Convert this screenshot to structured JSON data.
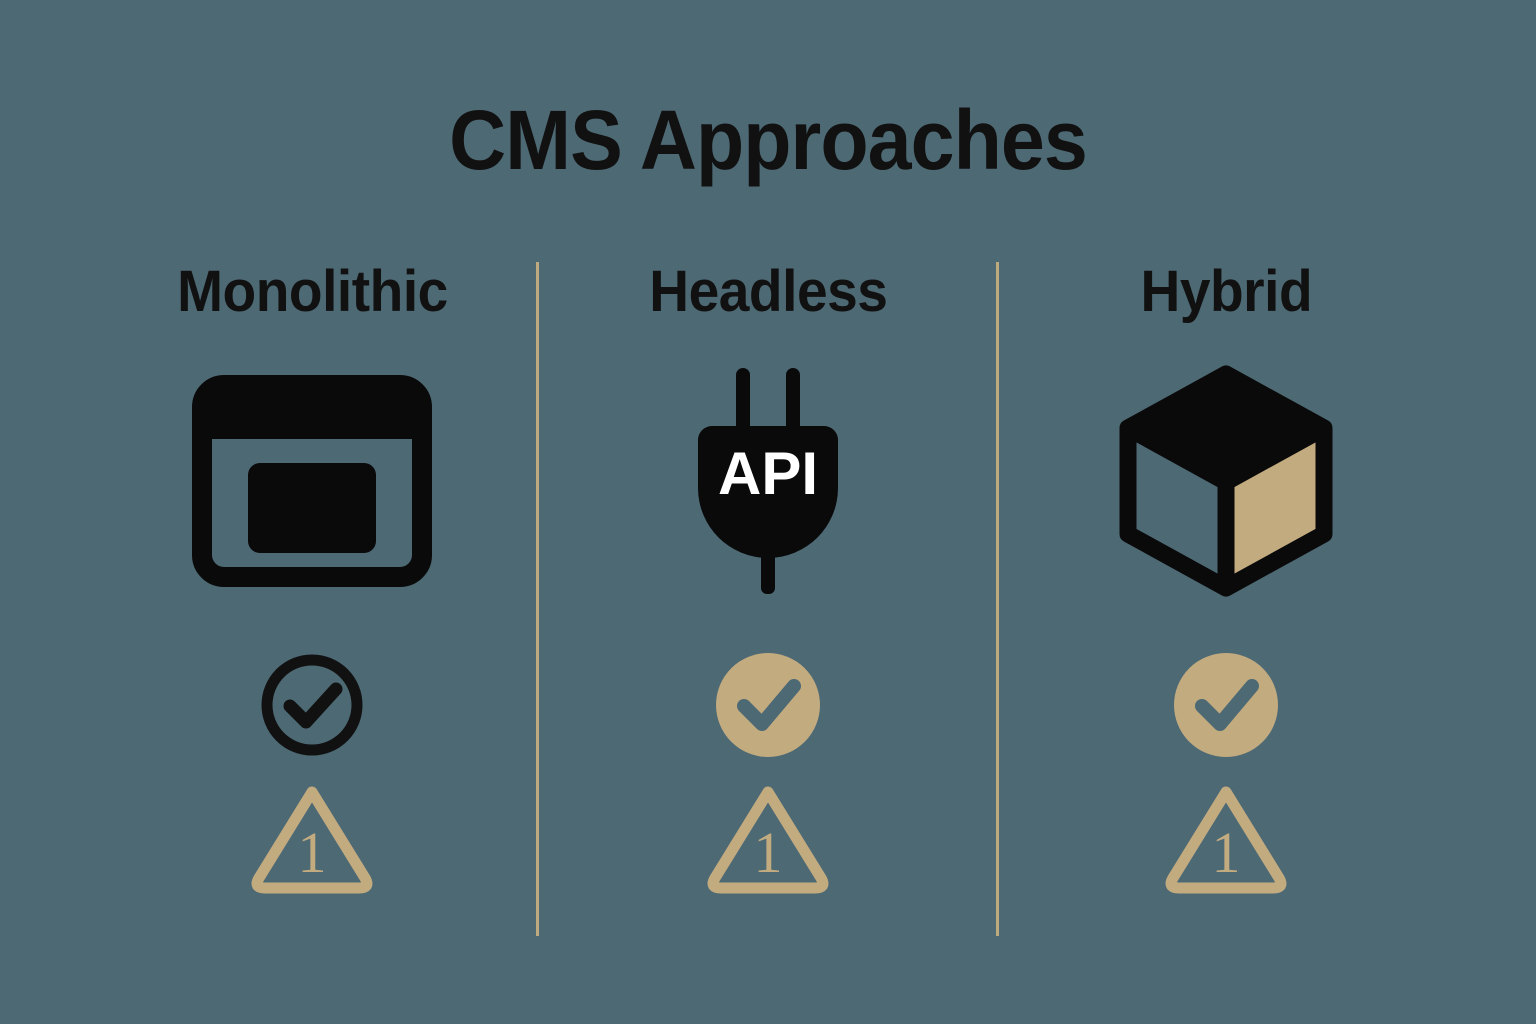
{
  "page": {
    "title": "CMS Approaches",
    "background_color": "#4d6974",
    "accent_color": "#c3ab80",
    "ink_color": "#111111"
  },
  "divider": {
    "color": "#bfa97e",
    "name": "column-divider"
  },
  "columns": [
    {
      "key": "monolithic",
      "title": "Monolithic",
      "icon_name": "browser-window-icon",
      "icon_label": "",
      "check": {
        "name": "check-circle-outline-icon",
        "style": "outline",
        "color": "#111111"
      },
      "warning": {
        "name": "warning-triangle-icon",
        "value": "1",
        "color": "#c3ab80"
      }
    },
    {
      "key": "headless",
      "title": "Headless",
      "icon_name": "api-plug-icon",
      "icon_label": "API",
      "check": {
        "name": "check-circle-filled-icon",
        "style": "filled",
        "color": "#c3ab80"
      },
      "warning": {
        "name": "warning-triangle-icon",
        "value": "1",
        "color": "#c3ab80"
      }
    },
    {
      "key": "hybrid",
      "title": "Hybrid",
      "icon_name": "isometric-cube-icon",
      "icon_label": "",
      "check": {
        "name": "check-circle-filled-icon",
        "style": "filled",
        "color": "#c3ab80"
      },
      "warning": {
        "name": "warning-triangle-icon",
        "value": "1",
        "color": "#c3ab80"
      }
    }
  ]
}
